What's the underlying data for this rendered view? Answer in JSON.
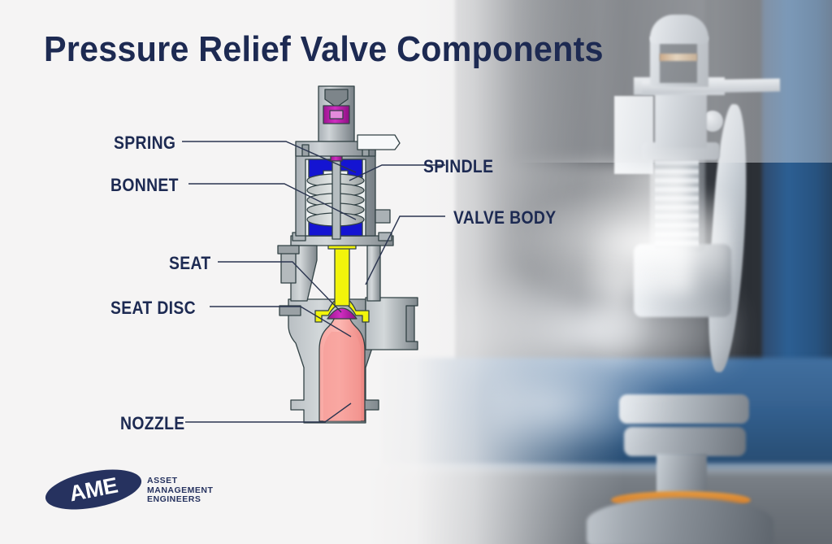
{
  "page": {
    "title": "Pressure Relief Valve Components",
    "background_color": "#f5f4f4",
    "accent_color": "#1d2a52"
  },
  "labels": [
    {
      "id": "spring",
      "text": "SPRING",
      "side": "left"
    },
    {
      "id": "bonnet",
      "text": "BONNET",
      "side": "left"
    },
    {
      "id": "seat",
      "text": "SEAT",
      "side": "left"
    },
    {
      "id": "seat-disc",
      "text": "SEAT DISC",
      "side": "left"
    },
    {
      "id": "nozzle",
      "text": "NOZZLE",
      "side": "left"
    },
    {
      "id": "spindle",
      "text": "SPINDLE",
      "side": "right"
    },
    {
      "id": "valve-body",
      "text": "VALVE BODY",
      "side": "right"
    }
  ],
  "logo": {
    "mark": "AME",
    "line1": "ASSET",
    "line2": "MANAGEMENT",
    "line3": "ENGINEERS",
    "mark_color": "#26325f"
  },
  "diagram": {
    "name": "pressure-relief-valve-cutaway",
    "colors": {
      "body_grey": "#8d959b",
      "body_light": "#c9ced2",
      "spring_grey": "#cfd4d4",
      "washer_blue": "#1414d2",
      "spindle_magenta": "#b0179b",
      "seat_disc_yellow": "#f2f40b",
      "seat_magenta": "#e011d8",
      "nozzle_salmon": "#f4938e",
      "outline": "#2e3d3f"
    }
  },
  "photo": {
    "name": "relief-valve-venting-steam-photograph",
    "description_visible": "industrial pressure relief valve discharging steam"
  }
}
